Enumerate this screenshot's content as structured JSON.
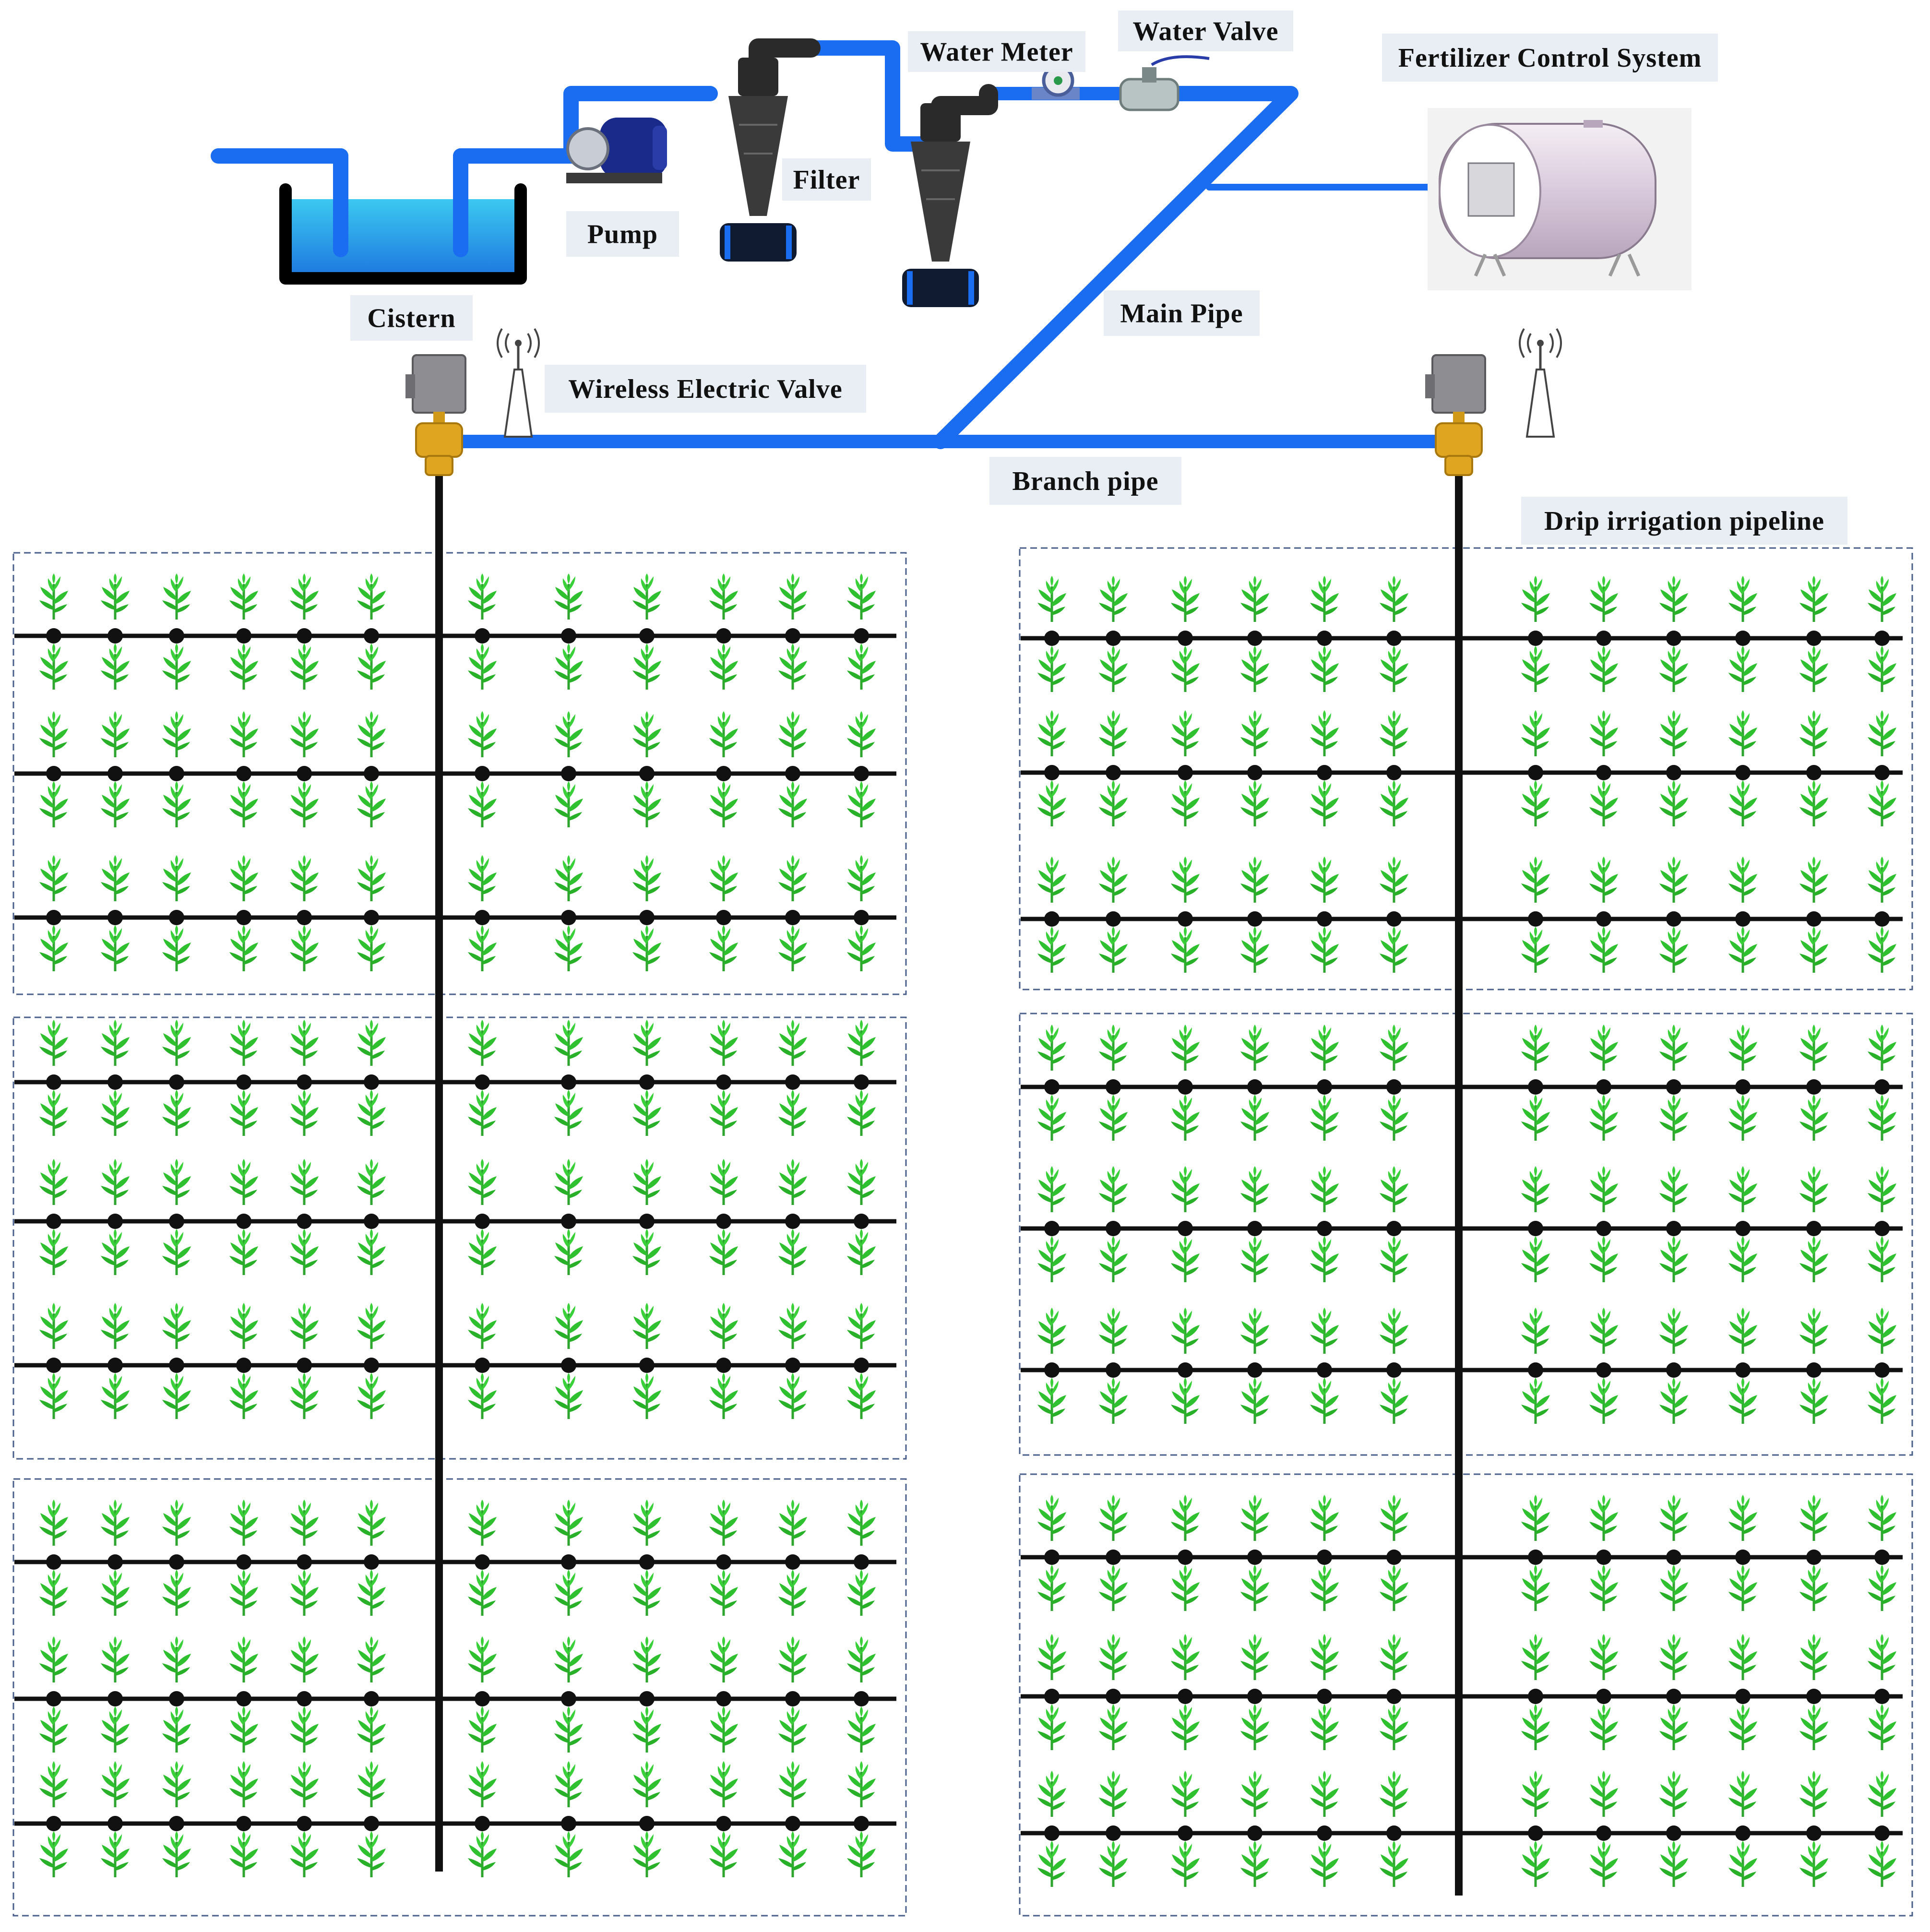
{
  "labels": {
    "water_meter": "Water Meter",
    "water_valve": "Water Valve",
    "fertilizer_control_system": "Fertilizer Control System",
    "filter": "Filter",
    "pump": "Pump",
    "cistern": "Cistern",
    "main_pipe": "Main Pipe",
    "wireless_electric_valve": "Wireless Electric Valve",
    "branch_pipe": "Branch pipe",
    "drip_irrigation_pipeline": "Drip irrigation pipeline"
  },
  "colors": {
    "pipe_blue": "#1a6cf0",
    "water": "#3cc8f0",
    "drip_line": "#111111",
    "plant_green": "#2ec02e",
    "valve_brass": "#e0a520",
    "label_background": "#e8eef4",
    "field_border": "#4a5e8a"
  },
  "icons": {
    "cistern": "tank-icon",
    "pump": "pump-icon",
    "filter": "filter-icon",
    "water_meter": "meter-icon",
    "water_valve": "valve-icon",
    "fertilizer_tank": "tank-icon",
    "wireless_valve": "electric-valve-icon",
    "antenna": "antenna-icon",
    "plant": "plant-icon"
  },
  "layout_counts": {
    "fields_per_side": 3,
    "drip_lines_per_field": 3,
    "emitters_per_half_line": 6
  }
}
